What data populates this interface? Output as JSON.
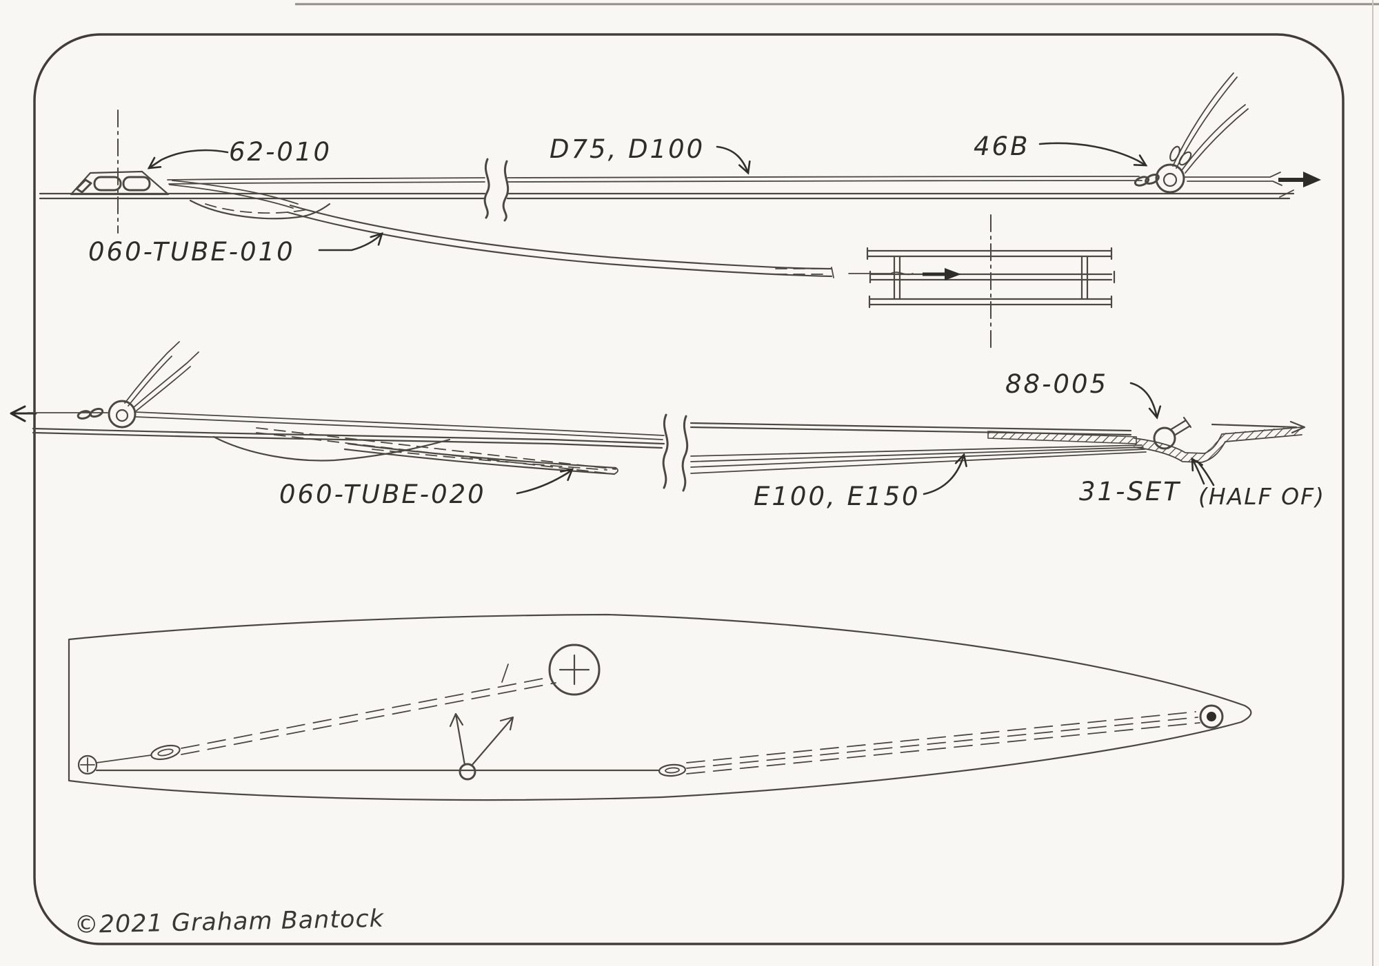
{
  "drawing": {
    "signature": "©2021 Graham Bantock",
    "views": {
      "top_side_view": {
        "labels": {
          "fitting": "62-010",
          "sheet_lines": "D75, D100",
          "bowsie": "46B",
          "tube": "060-TUBE-010"
        }
      },
      "lower_side_view": {
        "labels": {
          "tube": "060-TUBE-020",
          "elastic_lines": "E100, E150",
          "eye_fitting": "88-005",
          "deck_set": "31-SET",
          "deck_set_note": "(HALF OF)"
        }
      }
    },
    "colors": {
      "paper": "#f8f7f3",
      "ink": "#4b4741",
      "pen": "#2f2d28"
    }
  }
}
